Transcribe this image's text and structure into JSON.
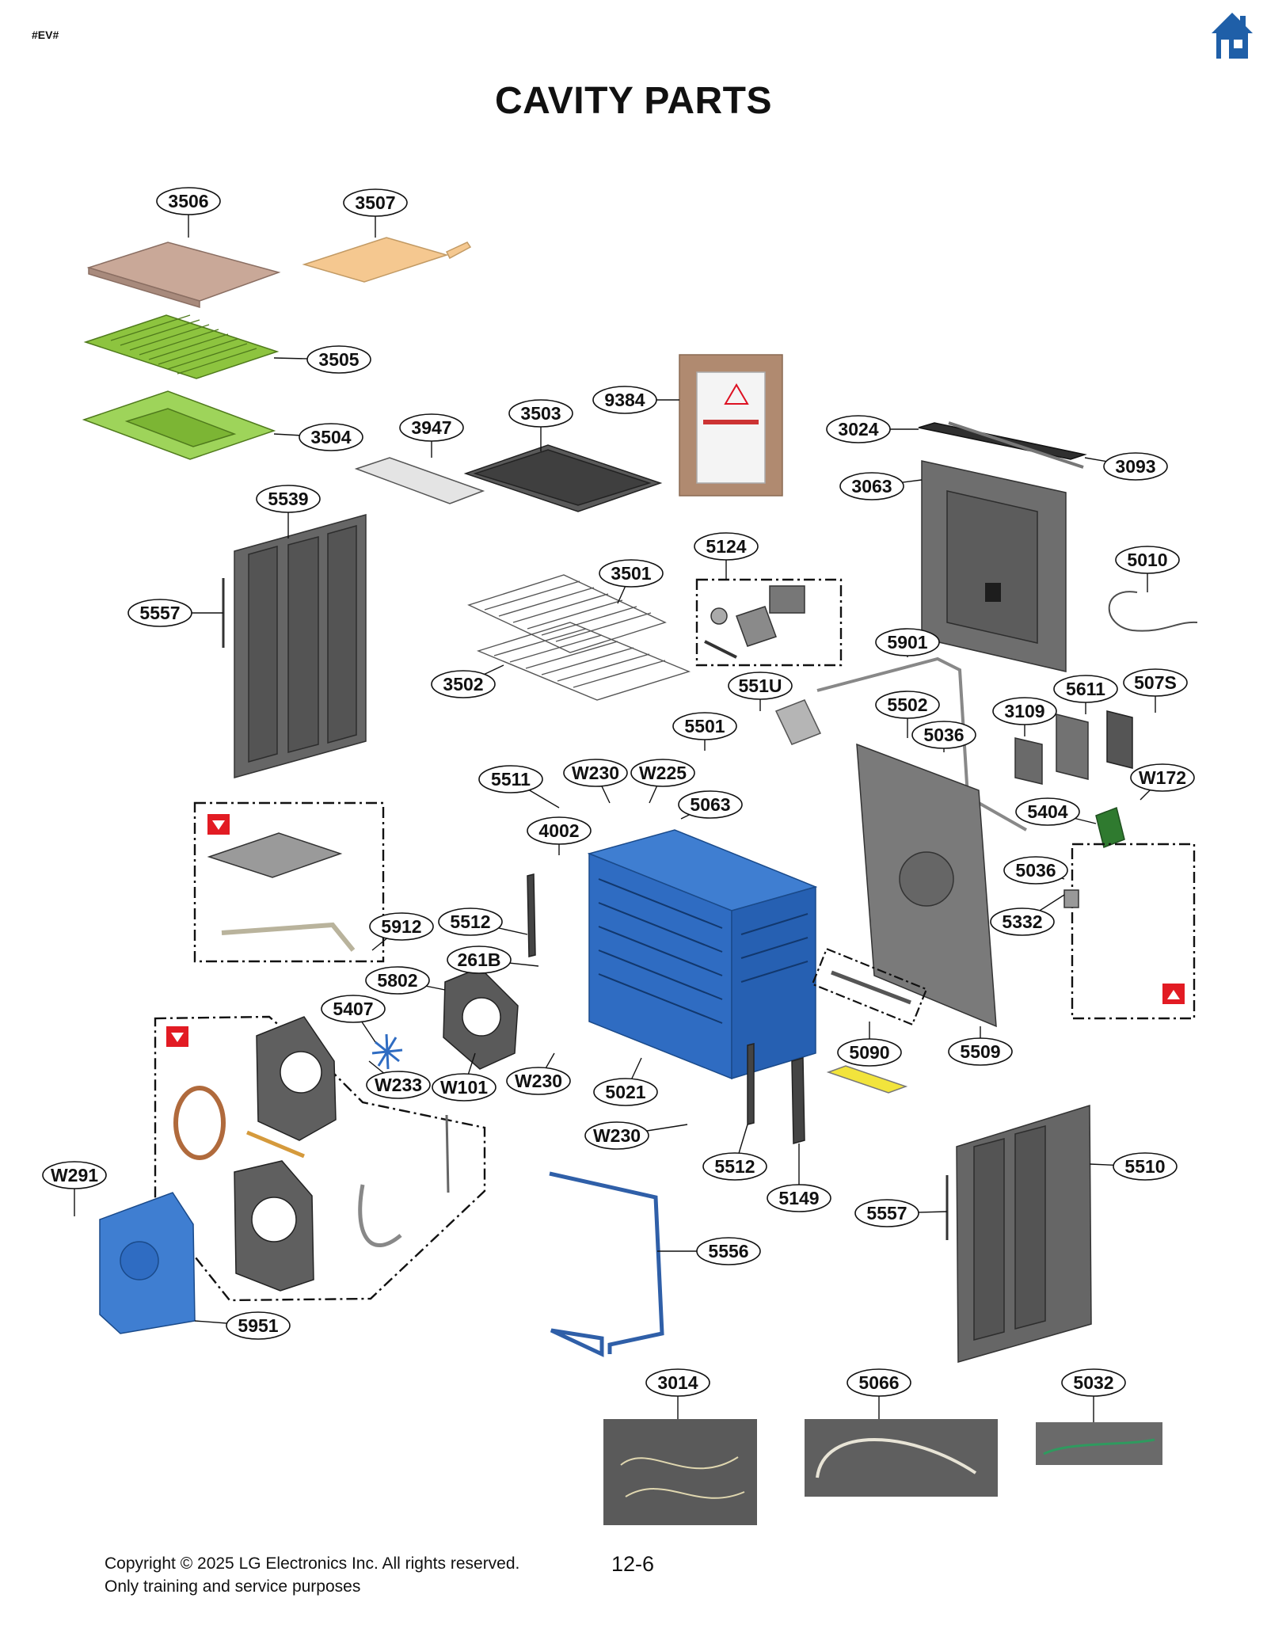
{
  "header": {
    "tag": "#EV#",
    "title": "CAVITY PARTS",
    "home_icon": "home-icon"
  },
  "footer": {
    "copyright": "Copyright © 2025 LG Electronics Inc. All rights reserved.",
    "purpose": "Only training and service purposes",
    "page": "12-6"
  },
  "colors": {
    "accent_blue": "#1f5fa8",
    "home_icon": "#1f5fa8",
    "marker_red": "#e21b23",
    "tray_green": "#8dc43f"
  },
  "parts": [
    "3506",
    "3507",
    "3505",
    "3504",
    "3947",
    "3503",
    "9384",
    "3024",
    "3093",
    "3063",
    "5539",
    "5557",
    "3501",
    "5124",
    "5010",
    "3502",
    "5901",
    "551U",
    "5611",
    "507S",
    "5502",
    "3109",
    "5501",
    "5036",
    "W230",
    "W225",
    "5511",
    "W172",
    "5063",
    "4002",
    "5404",
    "5036",
    "5332",
    "5912",
    "5512",
    "261B",
    "5802",
    "5407",
    "W233",
    "W101",
    "W230",
    "5090",
    "5509",
    "5021",
    "W230",
    "5512",
    "5149",
    "5557",
    "5510",
    "W291",
    "5556",
    "5951",
    "3014",
    "5066",
    "5032"
  ]
}
